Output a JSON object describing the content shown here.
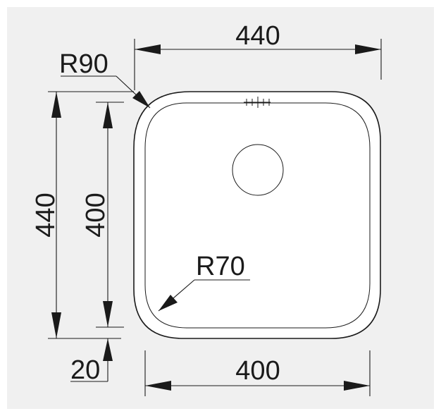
{
  "drawing": {
    "top_width": "440",
    "top_radius": "R90",
    "outer_height": "440",
    "inner_height": "400",
    "inner_radius": "R70",
    "flange_offset": "20",
    "bottom_width": "400"
  },
  "colors": {
    "background": "#f0f0f0",
    "line": "#1a1a1a",
    "sink_fill": "#ffffff"
  }
}
